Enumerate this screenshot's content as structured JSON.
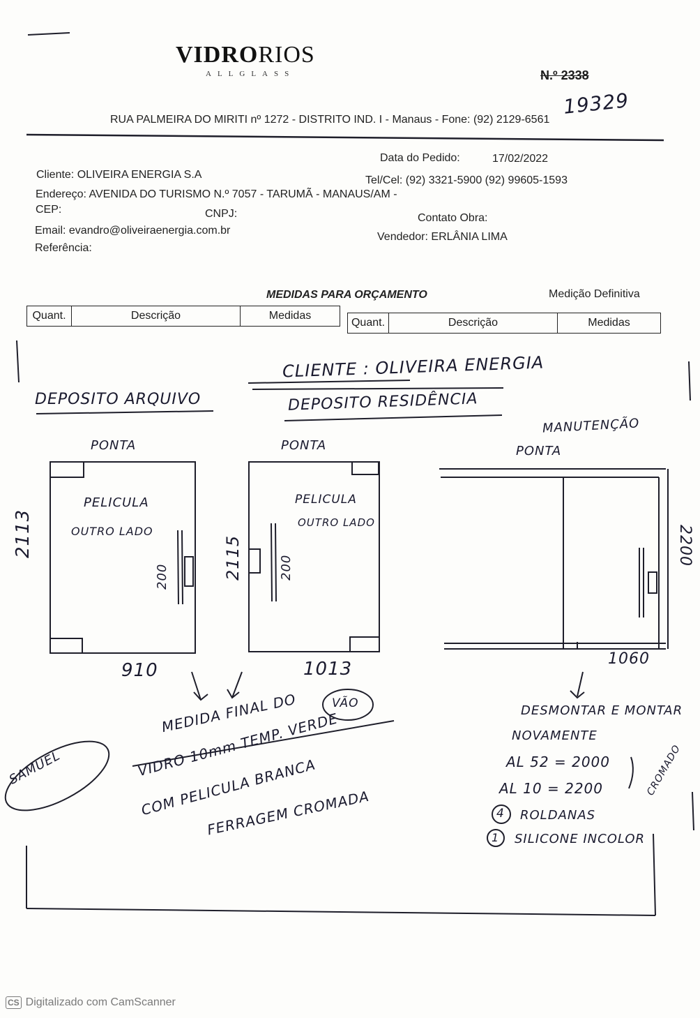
{
  "header": {
    "logo_main_bold": "VIDRO",
    "logo_main_light": "RIOS",
    "logo_sub": "ALLGLASS",
    "number_printed": "N.º 2338",
    "number_handwritten": "19329",
    "address": "RUA PALMEIRA DO MIRITI nº 1272 - DISTRITO IND. I - Manaus - Fone: (92) 2129-6561"
  },
  "order": {
    "date_label": "Data do Pedido:",
    "date_value": "17/02/2022",
    "client": "Cliente: OLIVEIRA ENERGIA S.A",
    "phone": "Tel/Cel: (92) 3321-5900   (92) 99605-1593",
    "address": "Endereço: AVENIDA DO TURISMO N.º 7057 - TARUMÃ - MANAUS/AM -",
    "cep": "CEP:",
    "cnpj": "CNPJ:",
    "contact": "Contato Obra:",
    "email": "Email: evandro@oliveiraenergia.com.br",
    "seller": "Vendedor: ERLÂNIA LIMA",
    "reference": "Referência:"
  },
  "table": {
    "title": "MEDIDAS PARA ORÇAMENTO",
    "status": "Medição Definitiva",
    "col_qty": "Quant.",
    "col_desc": "Descrição",
    "col_meas": "Medidas"
  },
  "notes": {
    "client_line": "CLIENTE : OLIVEIRA ENERGIA",
    "deposit_1": "DEPOSITO ARQUIVO",
    "deposit_2": "DEPOSITO RESIDÊNCIA",
    "maintenance": "MANUTENÇÃO",
    "ponta": "PONTA",
    "pelicula": "PELICULA",
    "outro_lado": "OUTRO LADO",
    "d1_height": "2113",
    "d1_width": "910",
    "d1_handle": "200",
    "d2_height": "2115",
    "d2_width": "1013",
    "d2_handle": "200",
    "d3_height": "2200",
    "d3_width": "1060",
    "final_measure": "MEDIDA FINAL DO",
    "vao": "VÃO",
    "samuel": "SAMUEL",
    "glass_1": "VIDRO 10mm TEMP. VERDE",
    "glass_2": "COM PELICULA BRANCA",
    "glass_3": "FERRAGEM CROMADA",
    "task_1": "DESMONTAR E MONTAR",
    "task_2": "NOVAMENTE",
    "al_1": "AL 52 = 2000",
    "al_2": "AL 10 = 2200",
    "cromado": "CROMADO",
    "item_1_qty": "4",
    "item_1": "ROLDANAS",
    "item_2_qty": "1",
    "item_2": "SILICONE INCOLOR"
  },
  "footer": {
    "icon": "CS",
    "text": "Digitalizado com CamScanner"
  }
}
